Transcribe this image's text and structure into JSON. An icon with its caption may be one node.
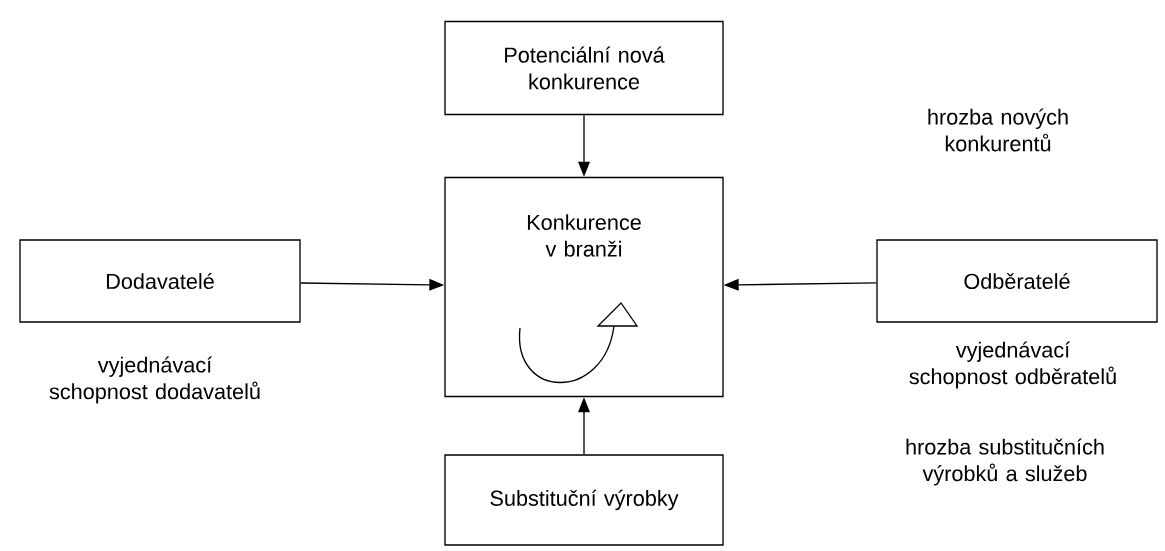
{
  "diagram": {
    "nodes": [
      {
        "text": [
          "Potenciální nová konkurence"
        ]
      },
      {
        "text": [
          "Dodavatelé"
        ]
      },
      {
        "text": [
          "Konkurence v branži"
        ]
      },
      {
        "text": [
          "Odběratelé"
        ]
      },
      {
        "text": [
          "Substituční výrobky"
        ]
      }
    ],
    "edges": [
      {
        "from": 0,
        "to": 2,
        "arrow": "to"
      },
      {
        "from": 1,
        "to": 2,
        "arrow": "to"
      },
      {
        "from": 3,
        "to": 2,
        "arrow": "to"
      },
      {
        "from": 4,
        "to": 2,
        "arrow": "to"
      }
    ],
    "labels": [
      "hrozba nových konkurentů",
      "vyjednávací schopnost dodavatelů",
      "vyjednávací schopnost odběratelů",
      "hrozba substitučních výrobků a služeb"
    ]
  }
}
